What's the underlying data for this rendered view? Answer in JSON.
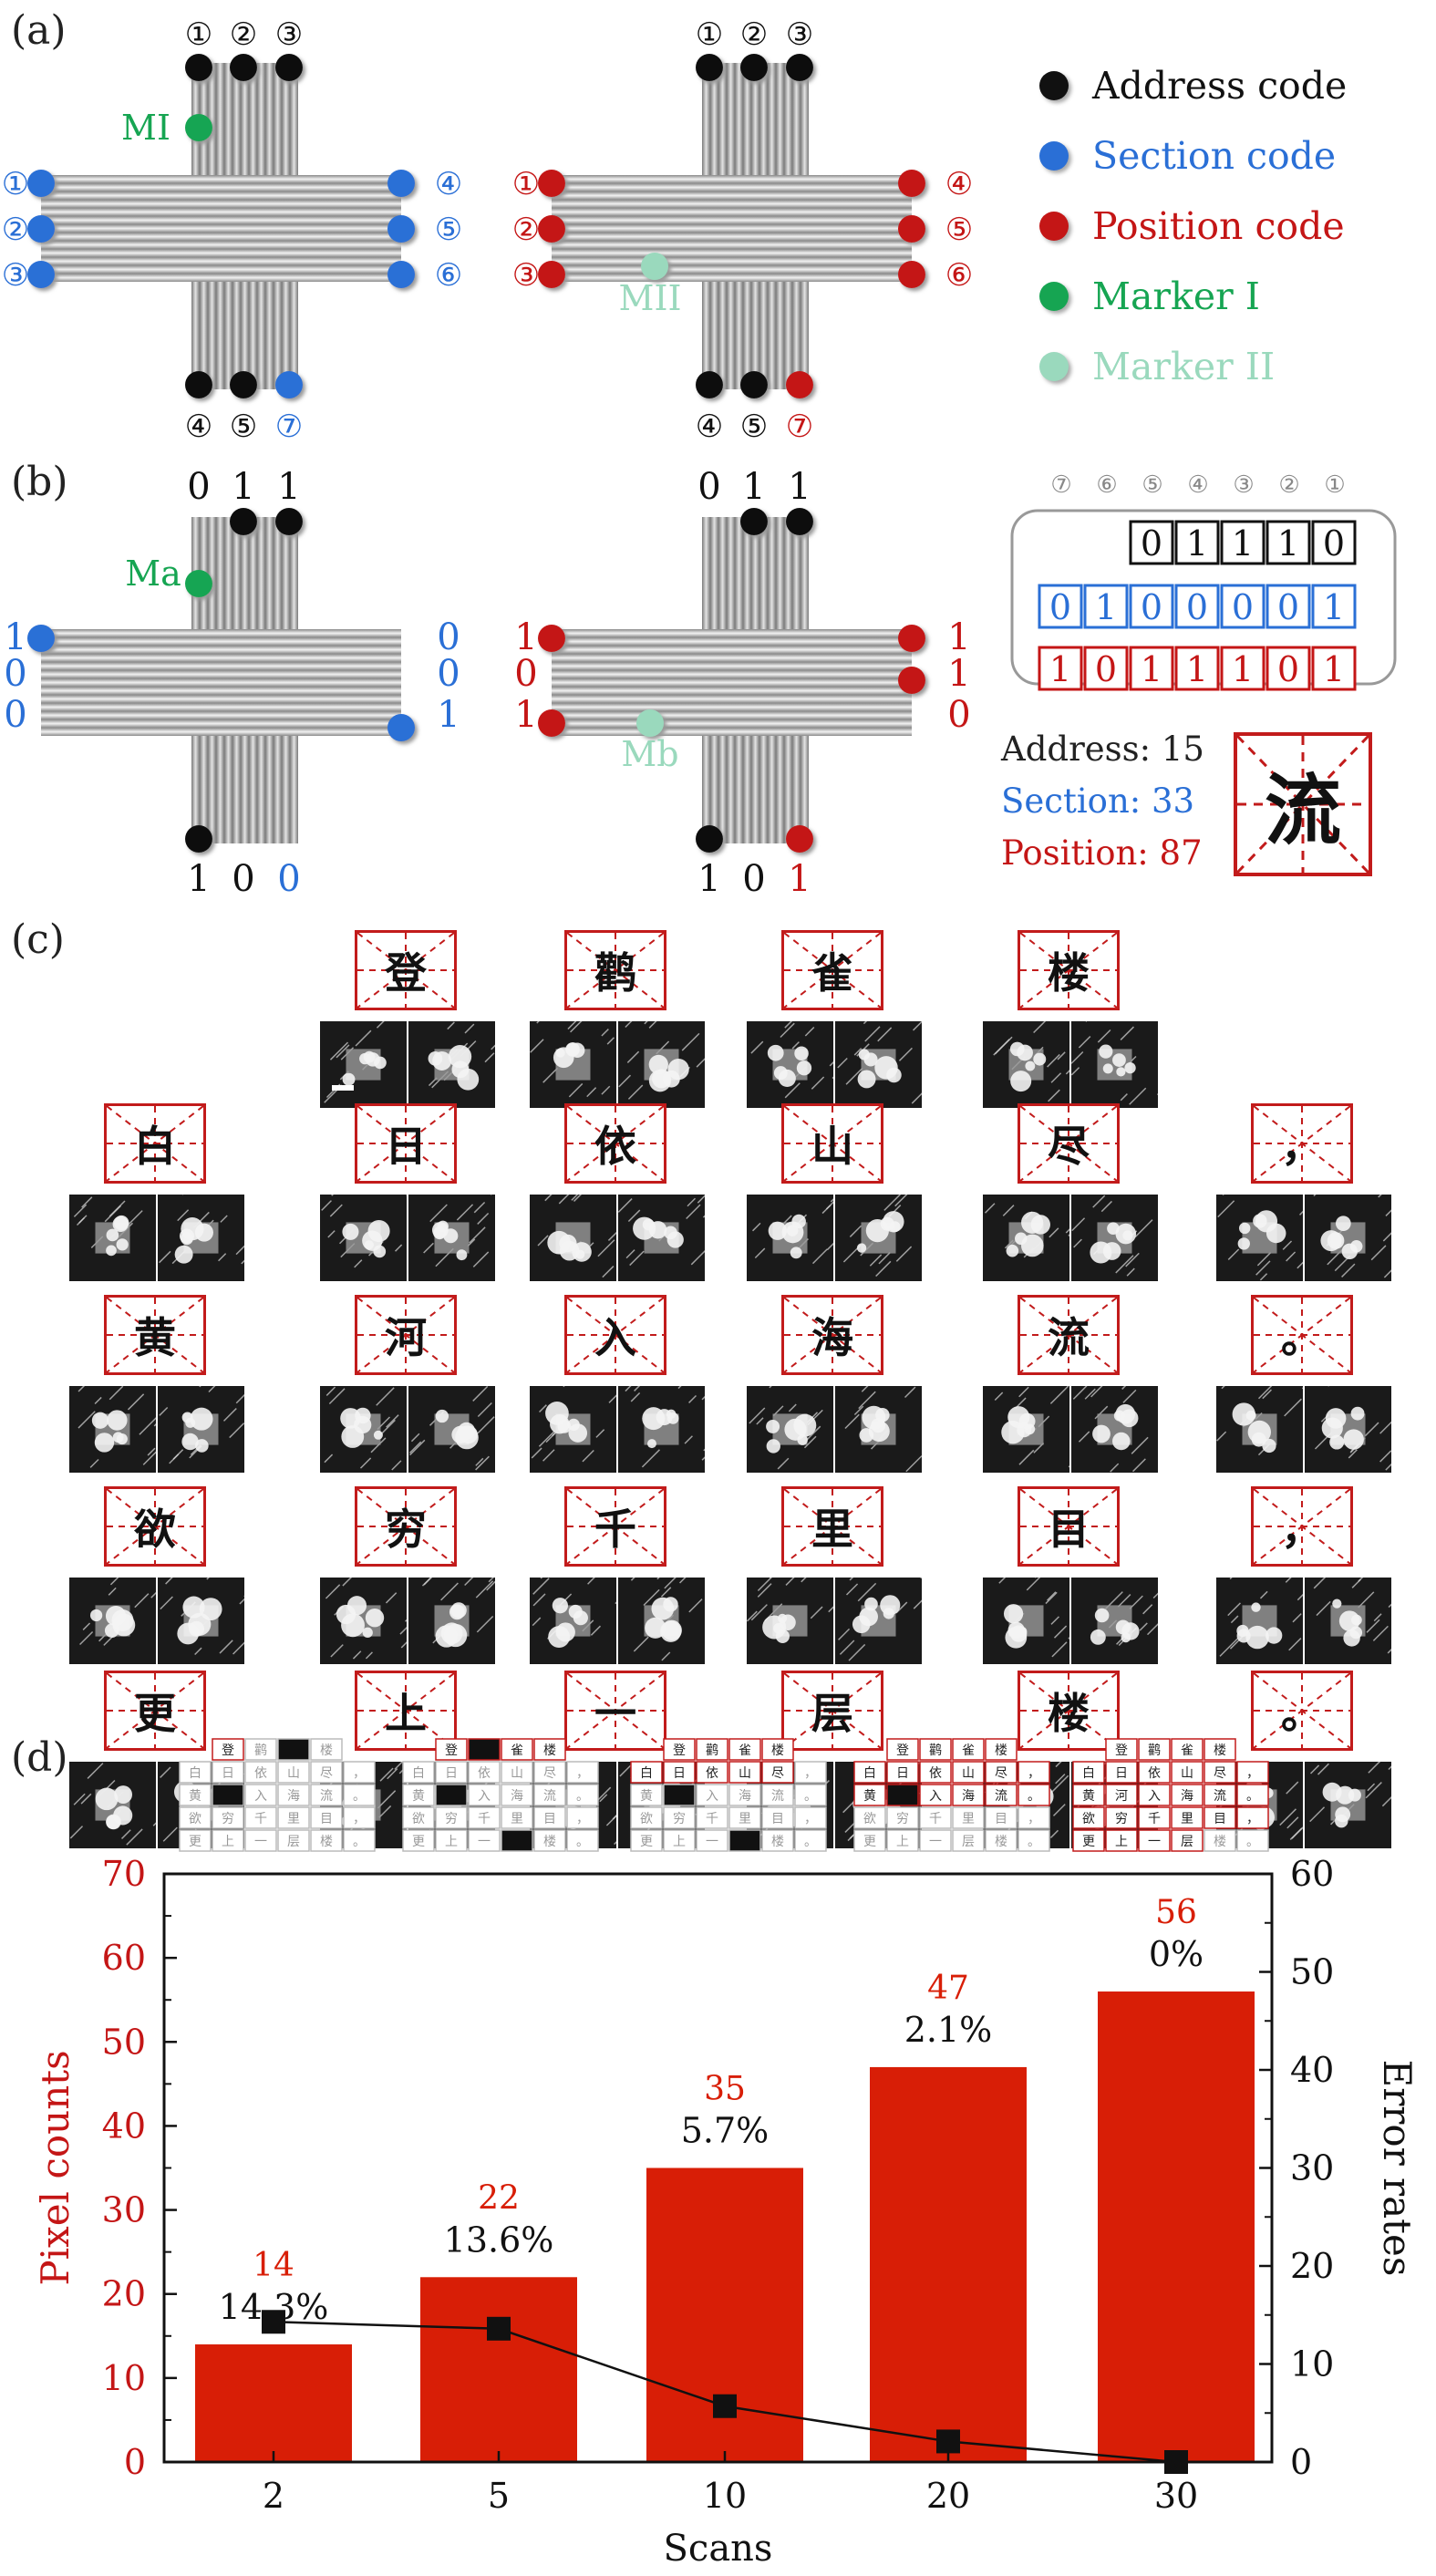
{
  "panel_labels": [
    "(a)",
    "(b)",
    "(c)",
    "(d)"
  ],
  "panel_a": {
    "left": {
      "top_numbers": [
        "①",
        "②",
        "③"
      ],
      "bottom_numbers": [
        "④",
        "⑤",
        "⑦"
      ],
      "left_numbers": [
        "①",
        "②",
        "③"
      ],
      "right_numbers": [
        "④",
        "⑤",
        "⑥"
      ],
      "marker_label": "MI"
    },
    "right": {
      "top_numbers": [
        "①",
        "②",
        "③"
      ],
      "bottom_numbers": [
        "④",
        "⑤",
        "⑦"
      ],
      "left_numbers": [
        "①",
        "②",
        "③"
      ],
      "right_numbers": [
        "④",
        "⑤",
        "⑥"
      ],
      "marker_label": "MII"
    }
  },
  "legend": [
    {
      "label": "Address code",
      "color": "#111111"
    },
    {
      "label": "Section code",
      "color": "#2a6fd6"
    },
    {
      "label": "Position code",
      "color": "#c41616"
    },
    {
      "label": "Marker I",
      "color": "#16a552"
    },
    {
      "label": "Marker II",
      "color": "#9ad9bd"
    }
  ],
  "panel_b": {
    "left": {
      "top_bits": [
        "0",
        "1",
        "1"
      ],
      "bottom_bits": [
        "1",
        "0",
        "0"
      ],
      "left_bits": [
        "1",
        "0",
        "0"
      ],
      "right_bits": [
        "0",
        "0",
        "1"
      ],
      "marker_label": "Ma"
    },
    "right": {
      "top_bits": [
        "0",
        "1",
        "1"
      ],
      "bottom_bits": [
        "1",
        "0",
        "1"
      ],
      "left_bits": [
        "1",
        "0",
        "1"
      ],
      "right_bits": [
        "1",
        "1",
        "0"
      ],
      "marker_label": "Mb"
    },
    "bit_header": [
      "⑦",
      "⑥",
      "⑤",
      "④",
      "③",
      "②",
      "①"
    ],
    "address_bits": [
      "0",
      "1",
      "1",
      "1",
      "0"
    ],
    "section_bits": [
      "0",
      "1",
      "0",
      "0",
      "0",
      "0",
      "1"
    ],
    "position_bits": [
      "1",
      "0",
      "1",
      "1",
      "1",
      "0",
      "1"
    ],
    "address_text": "Address: 15",
    "section_text": "Section: 33",
    "position_text": "Position: 87",
    "decoded_char": "流"
  },
  "panel_c": {
    "rows": [
      [
        "",
        "登",
        "鹳",
        "雀",
        "楼",
        ""
      ],
      [
        "白",
        "日",
        "依",
        "山",
        "尽",
        "，"
      ],
      [
        "黄",
        "河",
        "入",
        "海",
        "流",
        "。"
      ],
      [
        "欲",
        "穷",
        "千",
        "里",
        "目",
        "，"
      ],
      [
        "更",
        "上",
        "一",
        "层",
        "楼",
        "。"
      ]
    ]
  },
  "panel_d": {
    "thumbnail_grid": [
      [
        "",
        "登",
        "鹳",
        "雀",
        "楼",
        ""
      ],
      [
        "白",
        "日",
        "依",
        "山",
        "尽",
        "，"
      ],
      [
        "黄",
        "河",
        "入",
        "海",
        "流",
        "。"
      ],
      [
        "欲",
        "穷",
        "千",
        "里",
        "目",
        "，"
      ],
      [
        "更",
        "上",
        "一",
        "层",
        "楼",
        "。"
      ]
    ]
  },
  "chart_data": {
    "type": "bar",
    "categories": [
      "2",
      "5",
      "10",
      "20",
      "30"
    ],
    "xlabel": "Scans",
    "series": [
      {
        "name": "Pixel counts",
        "type": "bar",
        "axis": "left",
        "values": [
          14,
          22,
          35,
          47,
          56
        ],
        "color": "#d81e06"
      },
      {
        "name": "Error rates",
        "type": "line",
        "axis": "right",
        "values": [
          14.3,
          13.6,
          5.7,
          2.1,
          0
        ],
        "labels": [
          "14.3%",
          "13.6%",
          "5.7%",
          "2.1%",
          "0%"
        ],
        "color": "#111111"
      }
    ],
    "ylabel_left": "Pixel counts",
    "ylabel_right": "Error rates",
    "ylim_left": [
      0,
      70
    ],
    "ylim_right": [
      0,
      60
    ],
    "yticks_left": [
      0,
      10,
      20,
      30,
      40,
      50,
      60,
      70
    ],
    "yticks_right": [
      0,
      10,
      20,
      30,
      40,
      50,
      60
    ],
    "grid": false
  }
}
